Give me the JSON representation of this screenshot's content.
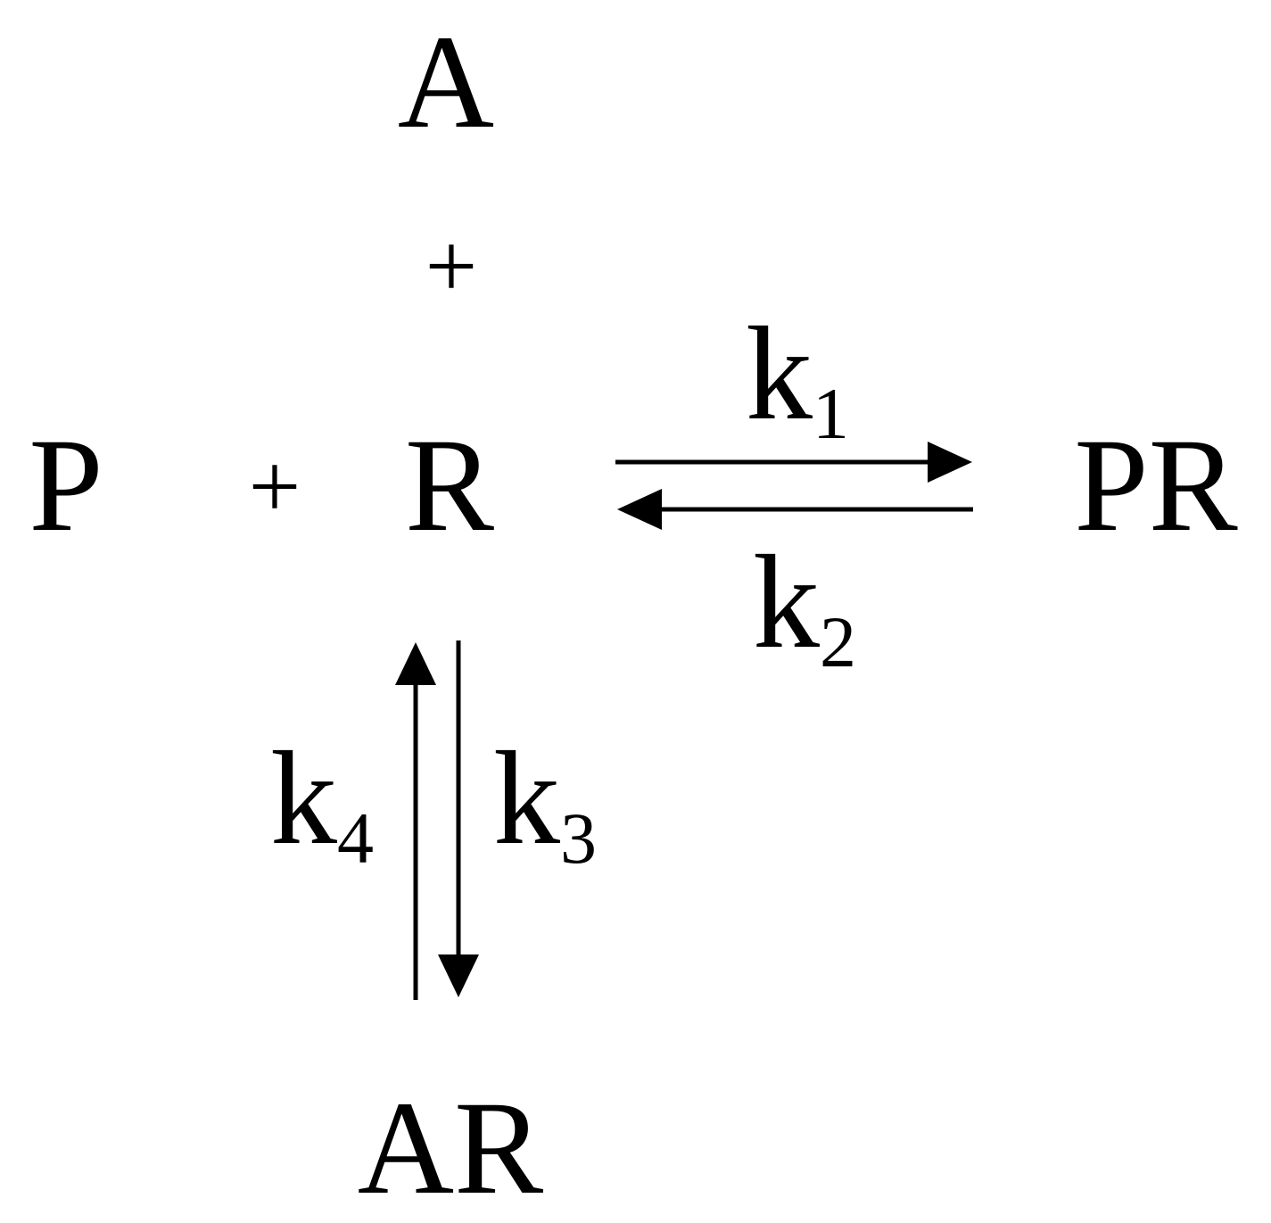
{
  "scheme": {
    "species": {
      "agonist": "A",
      "probe": "P",
      "receptor": "R",
      "probe_complex": "PR",
      "agonist_complex": "AR"
    },
    "plus_sign": "+",
    "rate_constants": {
      "k1": {
        "base": "k",
        "subscript": "1"
      },
      "k2": {
        "base": "k",
        "subscript": "2"
      },
      "k3": {
        "base": "k",
        "subscript": "3"
      },
      "k4": {
        "base": "k",
        "subscript": "4"
      }
    },
    "ink_color": "#000000",
    "background_color": "#ffffff"
  }
}
